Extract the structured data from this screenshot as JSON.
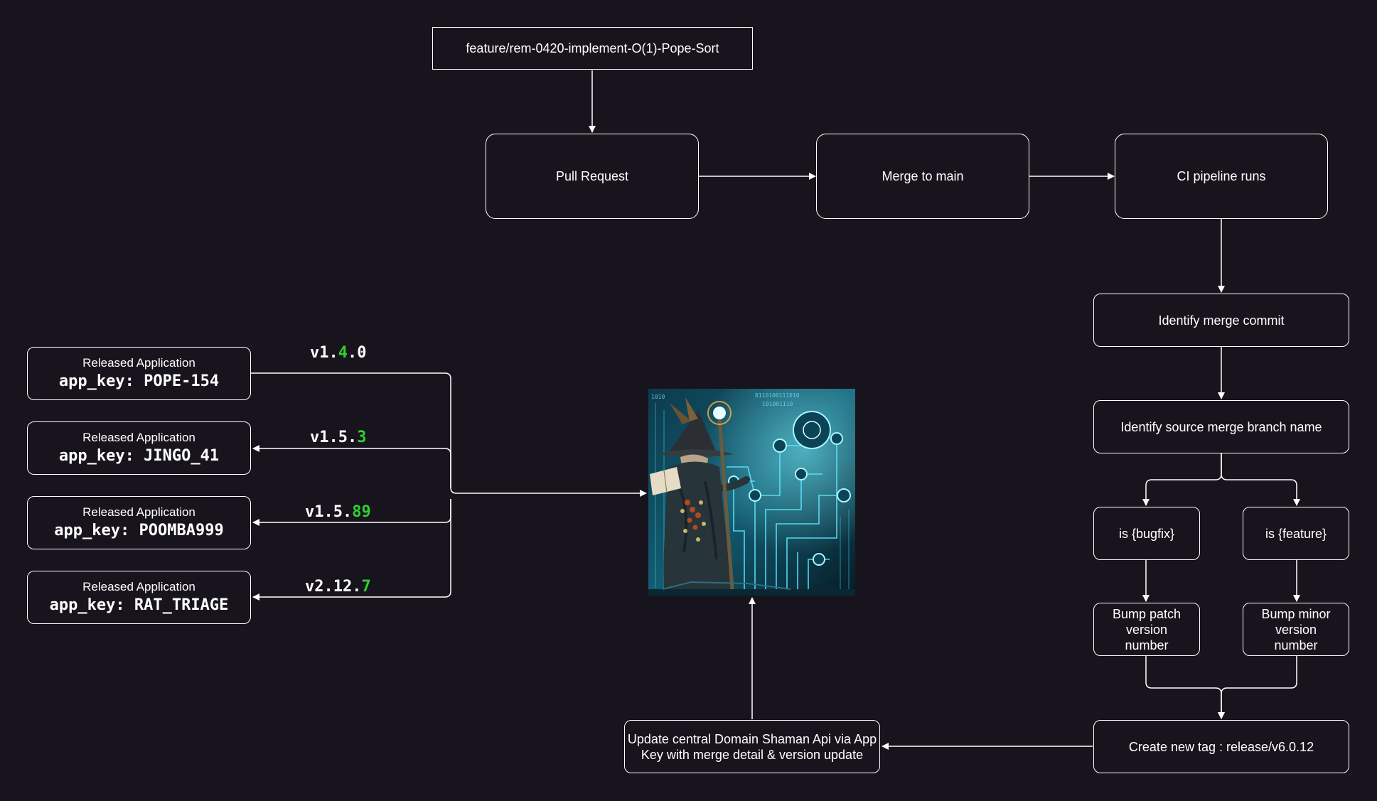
{
  "colors": {
    "background": "#18141d",
    "stroke": "#ffffff",
    "version_highlight": "#2fd02f"
  },
  "nodes": {
    "feature_branch": "feature/rem-0420-implement-O(1)-Pope-Sort",
    "pull_request": "Pull Request",
    "merge_to_main": "Merge to main",
    "ci_pipeline": "CI pipeline runs",
    "identify_commit": "Identify merge commit",
    "identify_branch": "Identify source merge branch name",
    "is_bugfix": "is {bugfix}",
    "is_feature": "is {feature}",
    "bump_patch": "Bump patch version number",
    "bump_minor": "Bump minor version number",
    "create_tag": "Create new tag : release/v6.0.12",
    "update_api": "Update central Domain Shaman Api via App Key with merge detail & version update"
  },
  "apps": [
    {
      "title": "Released Application",
      "key": "app_key: POPE-154"
    },
    {
      "title": "Released Application",
      "key": "app_key: JINGO_41"
    },
    {
      "title": "Released Application",
      "key": "app_key: POOMBA999"
    },
    {
      "title": "Released Application",
      "key": "app_key: RAT_TRIAGE"
    }
  ],
  "versions": [
    {
      "prefix": "v1.",
      "highlight": "4",
      "suffix": ".0"
    },
    {
      "prefix": "v1.5.",
      "highlight": "3",
      "suffix": ""
    },
    {
      "prefix": "v1.5.",
      "highlight": "89",
      "suffix": ""
    },
    {
      "prefix": "v2.12.",
      "highlight": "7",
      "suffix": ""
    }
  ],
  "image": {
    "subject": "wizard-shaman-with-circuit-network-image"
  }
}
